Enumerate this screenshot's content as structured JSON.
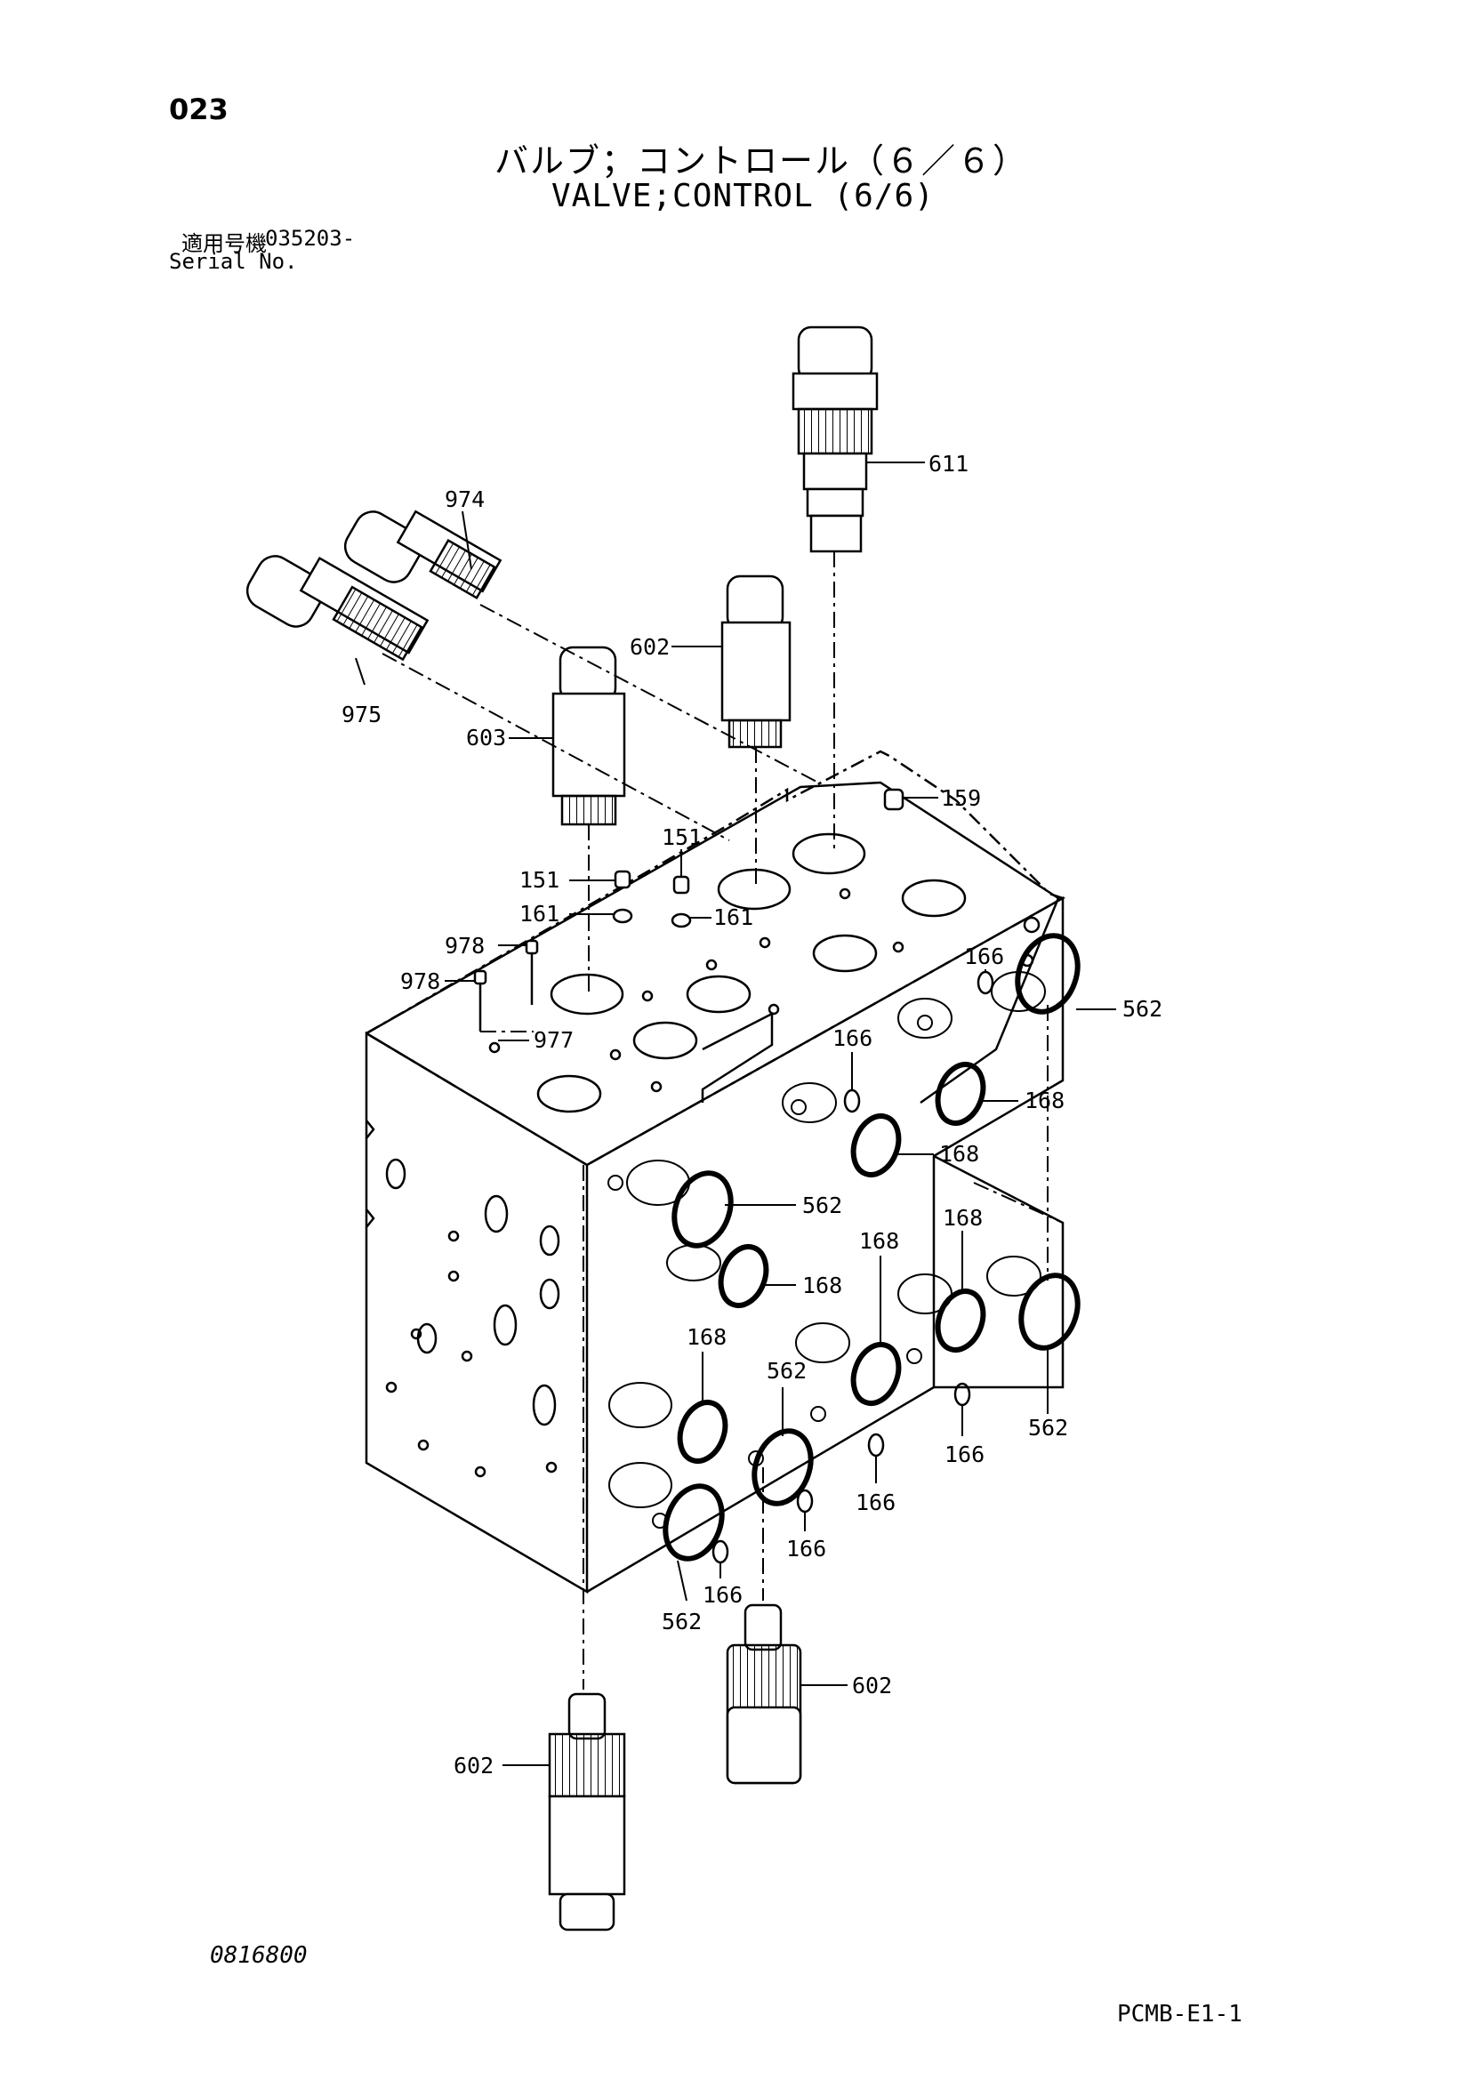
{
  "header": {
    "page_number": "023",
    "title_jp": "バルブ；コントロール（６／６）",
    "title_en": "VALVE;CONTROL (6/6)",
    "serial_label_jp": "適用号機",
    "serial_number": "035203-",
    "serial_label_en": "Serial No."
  },
  "footer": {
    "drawing_number": "0816800",
    "page_code": "PCMB-E1-1"
  },
  "callouts": [
    {
      "id": "c611",
      "text": "611"
    },
    {
      "id": "c974",
      "text": "974"
    },
    {
      "id": "c602a",
      "text": "602"
    },
    {
      "id": "c975",
      "text": "975"
    },
    {
      "id": "c603",
      "text": "603"
    },
    {
      "id": "c159",
      "text": "159"
    },
    {
      "id": "c151a",
      "text": "151"
    },
    {
      "id": "c151b",
      "text": "151"
    },
    {
      "id": "c161a",
      "text": "161"
    },
    {
      "id": "c161b",
      "text": "161"
    },
    {
      "id": "c978a",
      "text": "978"
    },
    {
      "id": "c978b",
      "text": "978"
    },
    {
      "id": "c977",
      "text": "977"
    },
    {
      "id": "c166a",
      "text": "166"
    },
    {
      "id": "c562a",
      "text": "562"
    },
    {
      "id": "c166b",
      "text": "166"
    },
    {
      "id": "c168a",
      "text": "168"
    },
    {
      "id": "c168b",
      "text": "168"
    },
    {
      "id": "c562b",
      "text": "562"
    },
    {
      "id": "c168c",
      "text": "168"
    },
    {
      "id": "c168d",
      "text": "168"
    },
    {
      "id": "c168e",
      "text": "168"
    },
    {
      "id": "c168f",
      "text": "168"
    },
    {
      "id": "c562c",
      "text": "562"
    },
    {
      "id": "c562d",
      "text": "562"
    },
    {
      "id": "c166c",
      "text": "166"
    },
    {
      "id": "c166d",
      "text": "166"
    },
    {
      "id": "c166e",
      "text": "166"
    },
    {
      "id": "c166f",
      "text": "166"
    },
    {
      "id": "c562e",
      "text": "562"
    },
    {
      "id": "c602b",
      "text": "602"
    },
    {
      "id": "c602c",
      "text": "602"
    }
  ]
}
